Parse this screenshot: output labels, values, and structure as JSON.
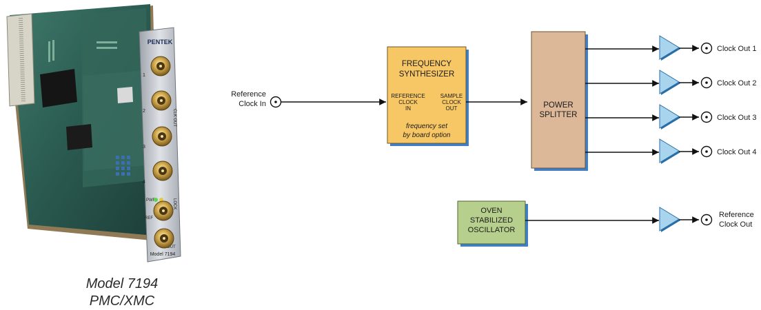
{
  "product": {
    "caption_line1": "Model 7194",
    "caption_line2": "PMC/XMC",
    "brand_label": "PENTEK",
    "faceplate_model_label": "Model 7194",
    "port_numbers": [
      "1",
      "2",
      "3",
      "4"
    ],
    "clk_out_label": "CLK OUT",
    "pwr_label": "PWR",
    "lock_label": "LOCK",
    "ref_label": "REF",
    "in_label": "IN",
    "out_label": "OUT"
  },
  "diagram": {
    "reference_in": {
      "line1": "Reference",
      "line2": "Clock In"
    },
    "synthesizer": {
      "title_line1": "FREQUENCY",
      "title_line2": "SYNTHESIZER",
      "ref_line1": "REFERENCE",
      "ref_line2": "CLOCK",
      "ref_line3": "IN",
      "sample_line1": "SAMPLE",
      "sample_line2": "CLOCK",
      "sample_line3": "OUT",
      "note_line1": "frequency set",
      "note_line2": "by board option"
    },
    "splitter": {
      "line1": "POWER",
      "line2": "SPLITTER"
    },
    "oscillator": {
      "line1": "OVEN",
      "line2": "STABILIZED",
      "line3": "OSCILLATOR"
    },
    "clock_outputs": [
      "Clock Out 1",
      "Clock Out 2",
      "Clock Out 3",
      "Clock Out 4"
    ],
    "reference_out": {
      "line1": "Reference",
      "line2": "Clock Out"
    }
  },
  "colors": {
    "synthesizer_fill": "#f7c765",
    "splitter_fill": "#ddb898",
    "oscillator_fill": "#b6cf8c",
    "block_shadow": "#3f7fc9",
    "amplifier_fill": "#a9d4ee",
    "amplifier_stroke": "#2a6ea7",
    "board_pcb": "#2a5a50",
    "faceplate": "#c9ccd2",
    "connector_gold": "#c9a24a"
  }
}
